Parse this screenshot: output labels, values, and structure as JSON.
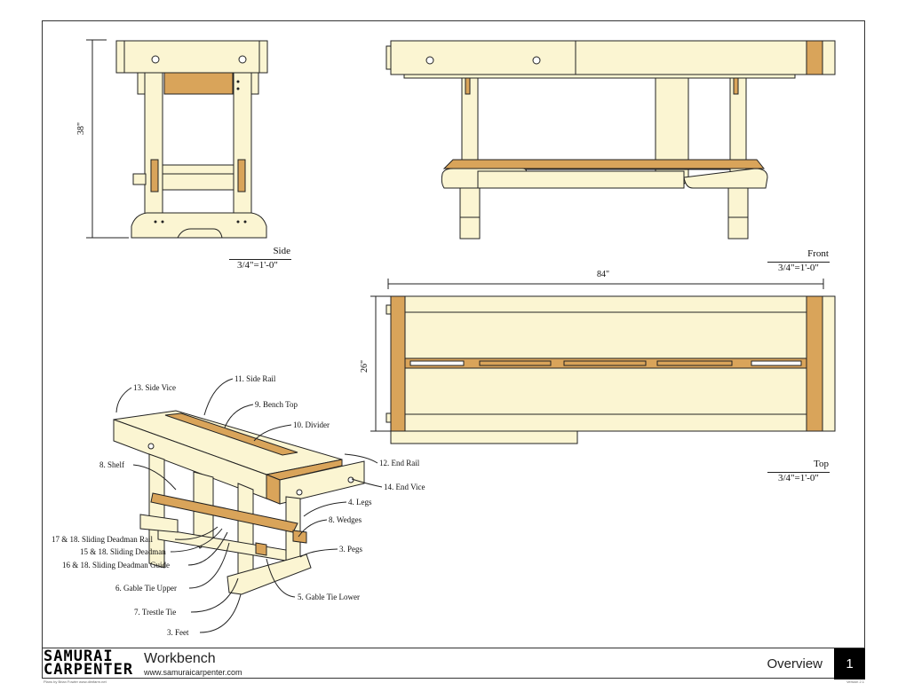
{
  "colors": {
    "wood_light": "#fbf5d2",
    "wood_dark": "#d9a45a",
    "line": "#222222"
  },
  "views": {
    "side": {
      "title": "Side",
      "scale": "3/4\"=1'-0\"",
      "height_dim": "38\""
    },
    "front": {
      "title": "Front",
      "scale": "3/4\"=1'-0\""
    },
    "top": {
      "title": "Top",
      "scale": "3/4\"=1'-0\"",
      "length_dim": "84\"",
      "width_dim": "26\""
    }
  },
  "parts": [
    {
      "id": "p13",
      "label": "13. Side Vice"
    },
    {
      "id": "p11",
      "label": "11. Side Rail"
    },
    {
      "id": "p9",
      "label": "9. Bench Top"
    },
    {
      "id": "p10",
      "label": "10. Divider"
    },
    {
      "id": "p8",
      "label": "8. Shelf"
    },
    {
      "id": "p12",
      "label": "12. End Rail"
    },
    {
      "id": "p14",
      "label": "14. End Vice"
    },
    {
      "id": "p4",
      "label": "4. Legs"
    },
    {
      "id": "p8w",
      "label": "8. Wedges"
    },
    {
      "id": "p17",
      "label": "17 & 18. Sliding Deadman Rail"
    },
    {
      "id": "p15",
      "label": "15 & 18. Sliding Deadman"
    },
    {
      "id": "p16",
      "label": "16 & 18. Sliding Deadman Guide"
    },
    {
      "id": "p3p",
      "label": "3. Pegs"
    },
    {
      "id": "p6",
      "label": "6. Gable Tie Upper"
    },
    {
      "id": "p7",
      "label": "7. Trestle Tie"
    },
    {
      "id": "p5",
      "label": "5. Gable Tie Lower"
    },
    {
      "id": "p3f",
      "label": "3. Feet"
    }
  ],
  "footer": {
    "logo_line1": "SAMURAI",
    "logo_line2": "CARPENTER",
    "project": "Workbench",
    "url": "www.samuraicarpenter.com",
    "sheet_name": "Overview",
    "sheet_number": "1",
    "credit": "Plans by Brian Fowler  www.dimfarm.net",
    "version": "Version 2.1"
  }
}
